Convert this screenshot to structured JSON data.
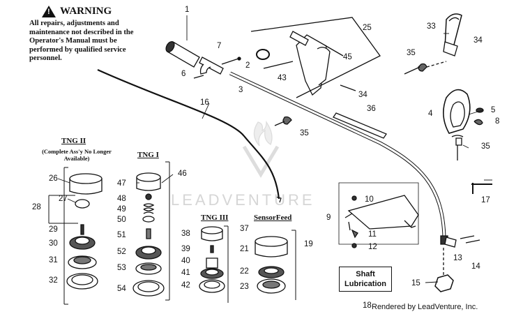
{
  "warning": {
    "title": "WARNING",
    "text": "All repairs, adjustments and maintenance not described in the Operator's Manual must be performed by qualified service personnel."
  },
  "sections": {
    "tng2_title": "TNG II",
    "tng2_note": "(Complete Ass'y No Longer Available)",
    "tng1_title": "TNG I",
    "tng3_title": "TNG III",
    "sensorfeed_title": "SensorFeed"
  },
  "callouts": [
    {
      "id": "c1",
      "text": "1"
    },
    {
      "id": "c2",
      "text": "2"
    },
    {
      "id": "c3",
      "text": "3"
    },
    {
      "id": "c4",
      "text": "4"
    },
    {
      "id": "c5",
      "text": "5"
    },
    {
      "id": "c6",
      "text": "6"
    },
    {
      "id": "c7",
      "text": "7"
    },
    {
      "id": "c8",
      "text": "8"
    },
    {
      "id": "c9",
      "text": "9"
    },
    {
      "id": "c10",
      "text": "10"
    },
    {
      "id": "c11",
      "text": "11"
    },
    {
      "id": "c12",
      "text": "12"
    },
    {
      "id": "c13",
      "text": "13"
    },
    {
      "id": "c14",
      "text": "14"
    },
    {
      "id": "c15",
      "text": "15"
    },
    {
      "id": "c16",
      "text": "16"
    },
    {
      "id": "c17",
      "text": "17"
    },
    {
      "id": "c18",
      "text": "18"
    },
    {
      "id": "c19",
      "text": "19"
    },
    {
      "id": "c21",
      "text": "21"
    },
    {
      "id": "c22",
      "text": "22"
    },
    {
      "id": "c23",
      "text": "23"
    },
    {
      "id": "c25",
      "text": "25"
    },
    {
      "id": "c26",
      "text": "26"
    },
    {
      "id": "c27",
      "text": "27"
    },
    {
      "id": "c28",
      "text": "28"
    },
    {
      "id": "c29",
      "text": "29"
    },
    {
      "id": "c30",
      "text": "30"
    },
    {
      "id": "c31",
      "text": "31"
    },
    {
      "id": "c32",
      "text": "32"
    },
    {
      "id": "c33",
      "text": "33"
    },
    {
      "id": "c34a",
      "text": "34"
    },
    {
      "id": "c34b",
      "text": "34"
    },
    {
      "id": "c35a",
      "text": "35"
    },
    {
      "id": "c35b",
      "text": "35"
    },
    {
      "id": "c35c",
      "text": "35"
    },
    {
      "id": "c36",
      "text": "36"
    },
    {
      "id": "c37",
      "text": "37"
    },
    {
      "id": "c38",
      "text": "38"
    },
    {
      "id": "c39",
      "text": "39"
    },
    {
      "id": "c40",
      "text": "40"
    },
    {
      "id": "c41",
      "text": "41"
    },
    {
      "id": "c42",
      "text": "42"
    },
    {
      "id": "c43",
      "text": "43"
    },
    {
      "id": "c45",
      "text": "45"
    },
    {
      "id": "c46",
      "text": "46"
    },
    {
      "id": "c47",
      "text": "47"
    },
    {
      "id": "c48",
      "text": "48"
    },
    {
      "id": "c49",
      "text": "49"
    },
    {
      "id": "c50",
      "text": "50"
    },
    {
      "id": "c51",
      "text": "51"
    },
    {
      "id": "c52",
      "text": "52"
    },
    {
      "id": "c53",
      "text": "53"
    },
    {
      "id": "c54",
      "text": "54"
    }
  ],
  "lubrication_label": "Shaft Lubrication",
  "watermark": "LEADVENTURE",
  "rendered_by": "Rendered by LeadVenture, Inc."
}
